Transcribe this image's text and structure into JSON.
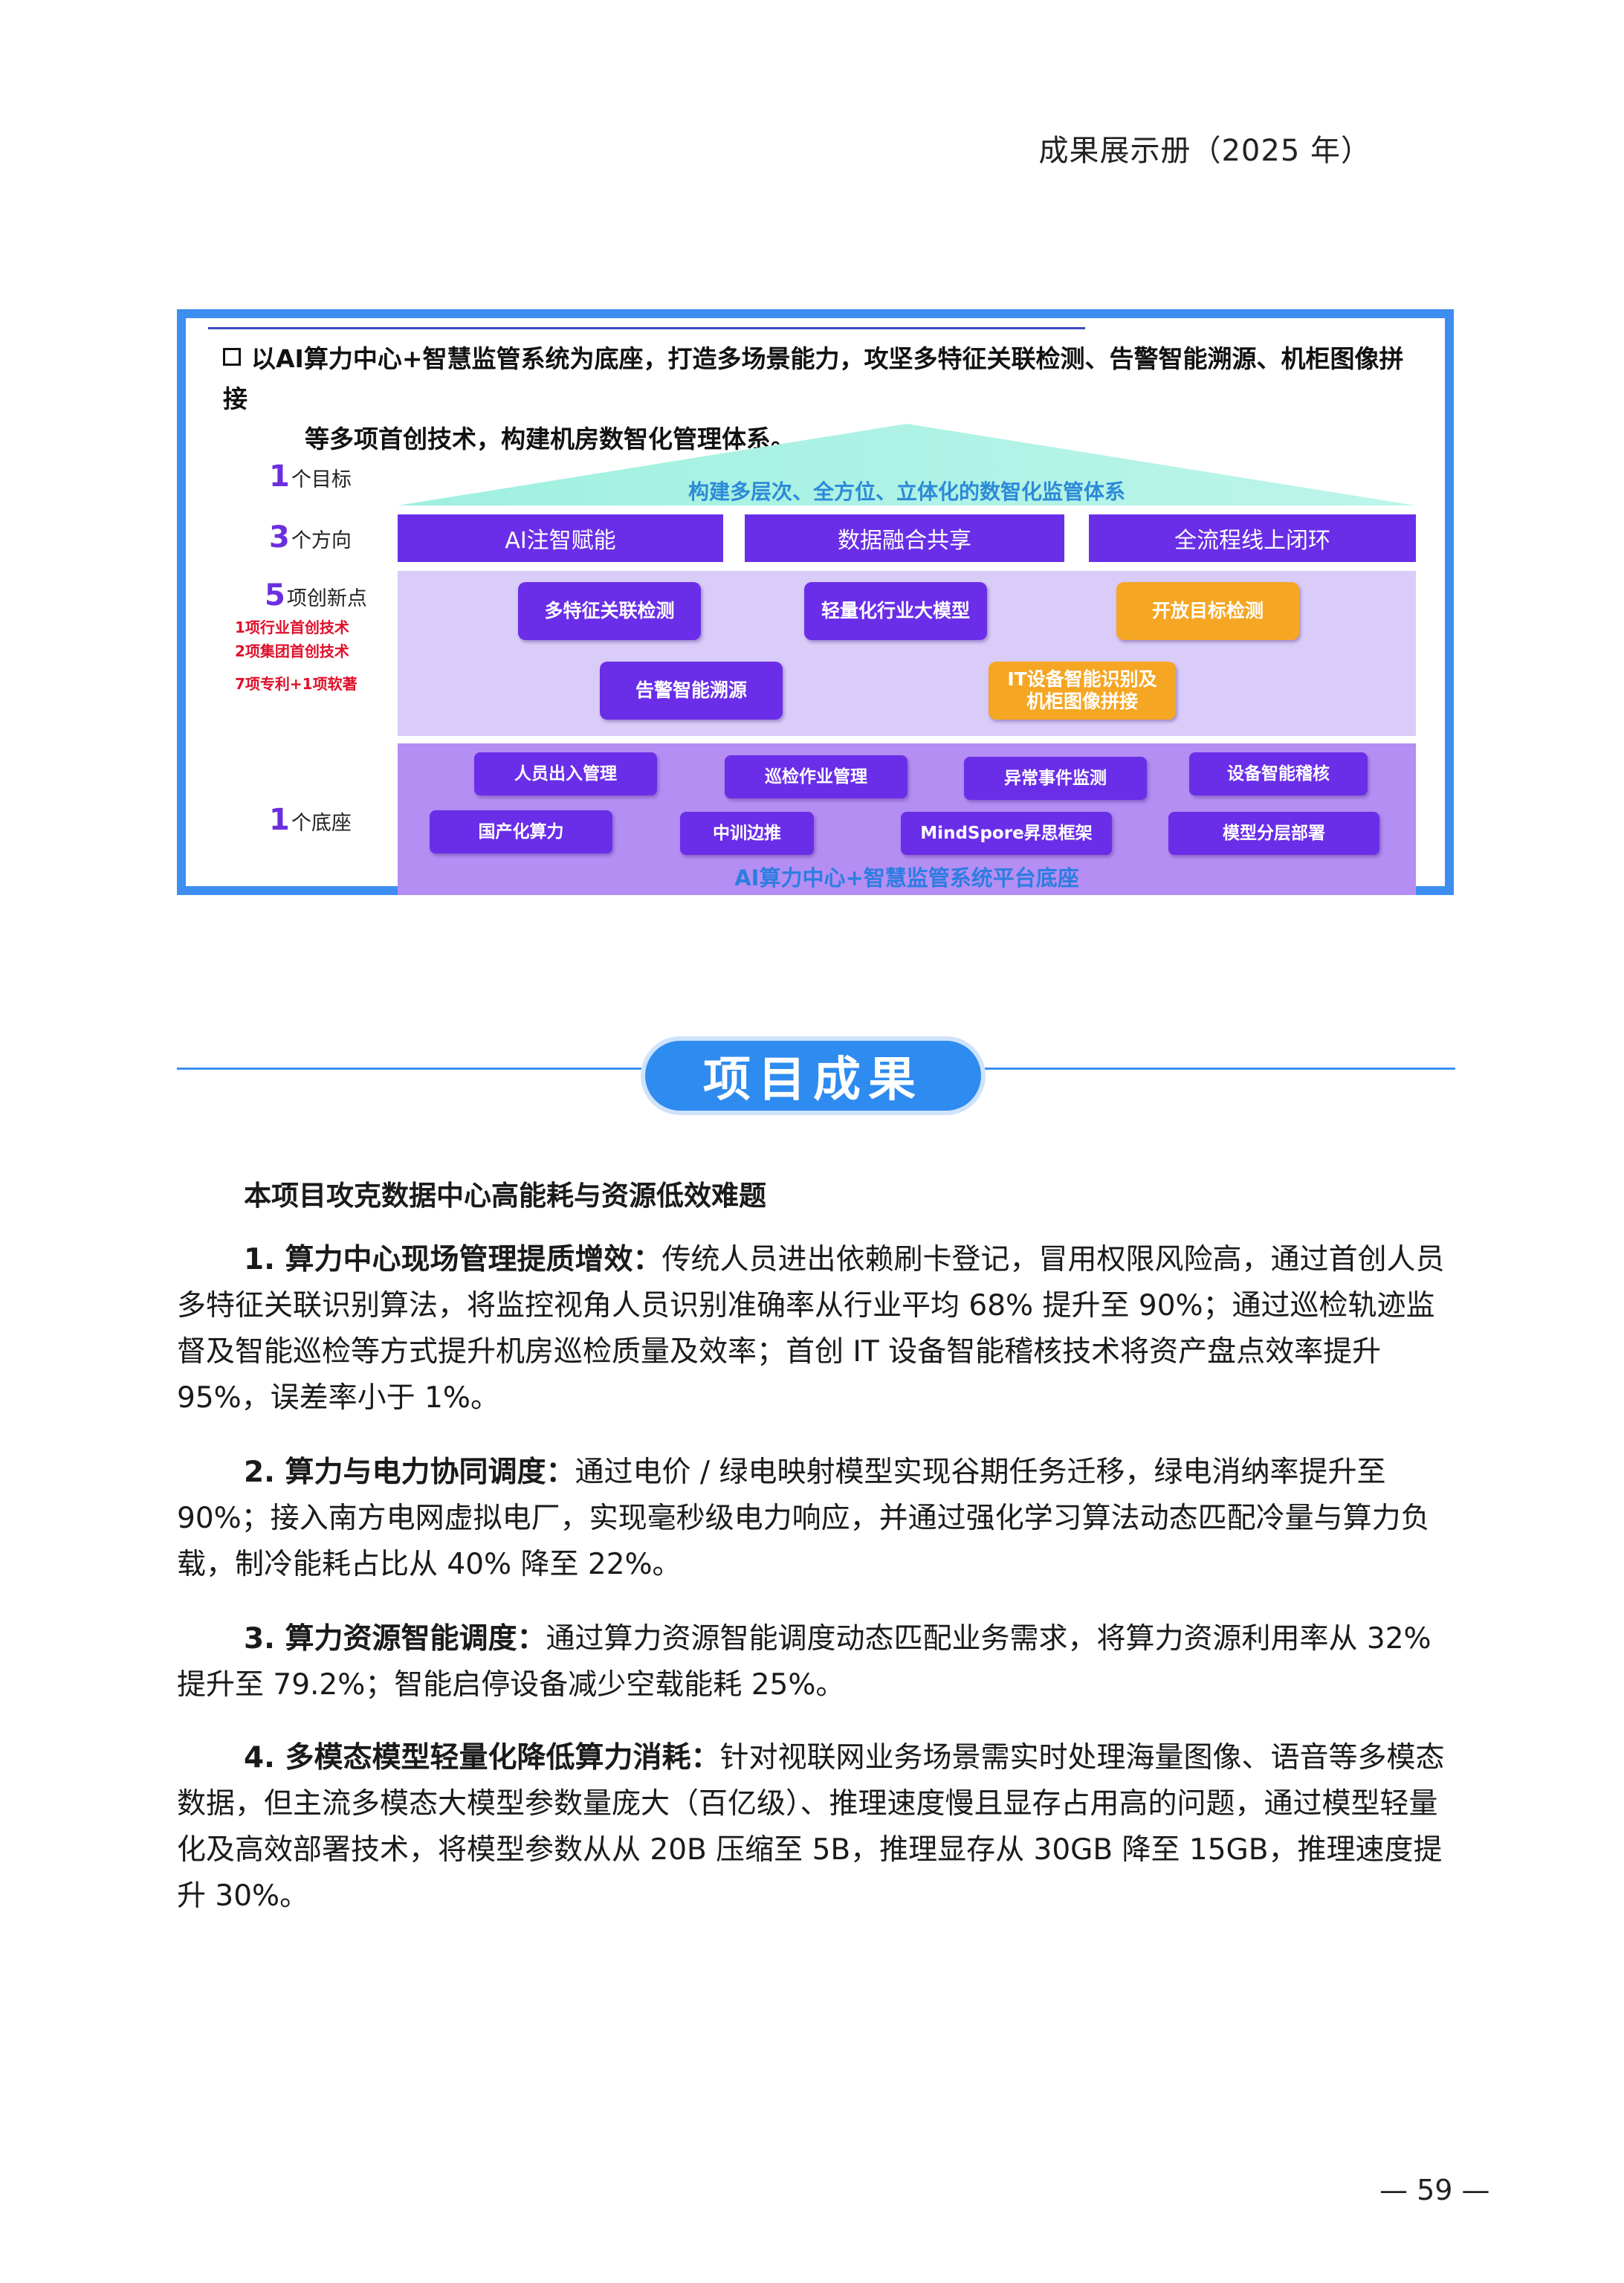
{
  "header": {
    "text": "成果展示册（2025 年）"
  },
  "figure": {
    "intro_line1": "以AI算力中心+智慧监管系统为底座，打造多场景能力，攻坚多特征关联检测、告警智能溯源、机柜图像拼接",
    "intro_line2": "等多项首创技术，构建机房数智化管理体系。",
    "goal": {
      "num": "1",
      "label": "个目标",
      "text": "构建多层次、全方位、立体化的数智化监管体系"
    },
    "direction": {
      "num": "3",
      "label": "个方向",
      "items": [
        "AI注智赋能",
        "数据融合共享",
        "全流程线上闭环"
      ]
    },
    "innovation": {
      "num": "5",
      "label": "项创新点",
      "notes": [
        "1项行业首创技术",
        "2项集团首创技术",
        "7项专利+1项软著"
      ],
      "items": [
        "多特征关联检测",
        "轻量化行业大模型",
        "开放目标检测",
        "告警智能溯源",
        "IT设备智能识别及",
        "机柜图像拼接"
      ]
    },
    "base": {
      "num": "1",
      "label": "个底座",
      "row1": [
        "人员出入管理",
        "巡检作业管理",
        "异常事件监测",
        "设备智能稽核"
      ],
      "row2": [
        "国产化算力",
        "中训边推",
        "MindSpore昇思框架",
        "模型分层部署"
      ],
      "title": "AI算力中心+智慧监管系统平台底座"
    }
  },
  "section": {
    "title": "项目成果"
  },
  "body": {
    "title": "本项目攻克数据中心高能耗与资源低效难题",
    "items": [
      {
        "head": "1. 算力中心现场管理提质增效：",
        "text": "传统人员进出依赖刷卡登记，冒用权限风险高，通过首创人员多特征关联识别算法，将监控视角人员识别准确率从行业平均 68% 提升至 90%；通过巡检轨迹监督及智能巡检等方式提升机房巡检质量及效率；首创 IT 设备智能稽核技术将资产盘点效率提升 95%，误差率小于 1%。"
      },
      {
        "head": "2. 算力与电力协同调度：",
        "text": "通过电价 / 绿电映射模型实现谷期任务迁移，绿电消纳率提升至 90%；接入南方电网虚拟电厂，实现毫秒级电力响应，并通过强化学习算法动态匹配冷量与算力负载，制冷能耗占比从 40% 降至 22%。"
      },
      {
        "head": "3. 算力资源智能调度：",
        "text": "通过算力资源智能调度动态匹配业务需求，将算力资源利用率从 32% 提升至 79.2%；智能启停设备减少空载能耗 25%。"
      },
      {
        "head": "4. 多模态模型轻量化降低算力消耗：",
        "text": "针对视联网业务场景需实时处理海量图像、语音等多模态数据，但主流多模态大模型参数量庞大（百亿级）、推理速度慢且显存占用高的问题，通过模型轻量化及高效部署技术，将模型参数从从 20B 压缩至 5B，推理显存从 30GB 降至 15GB，推理速度提升 30%。"
      }
    ]
  },
  "footer": {
    "page": "— 59 —"
  }
}
